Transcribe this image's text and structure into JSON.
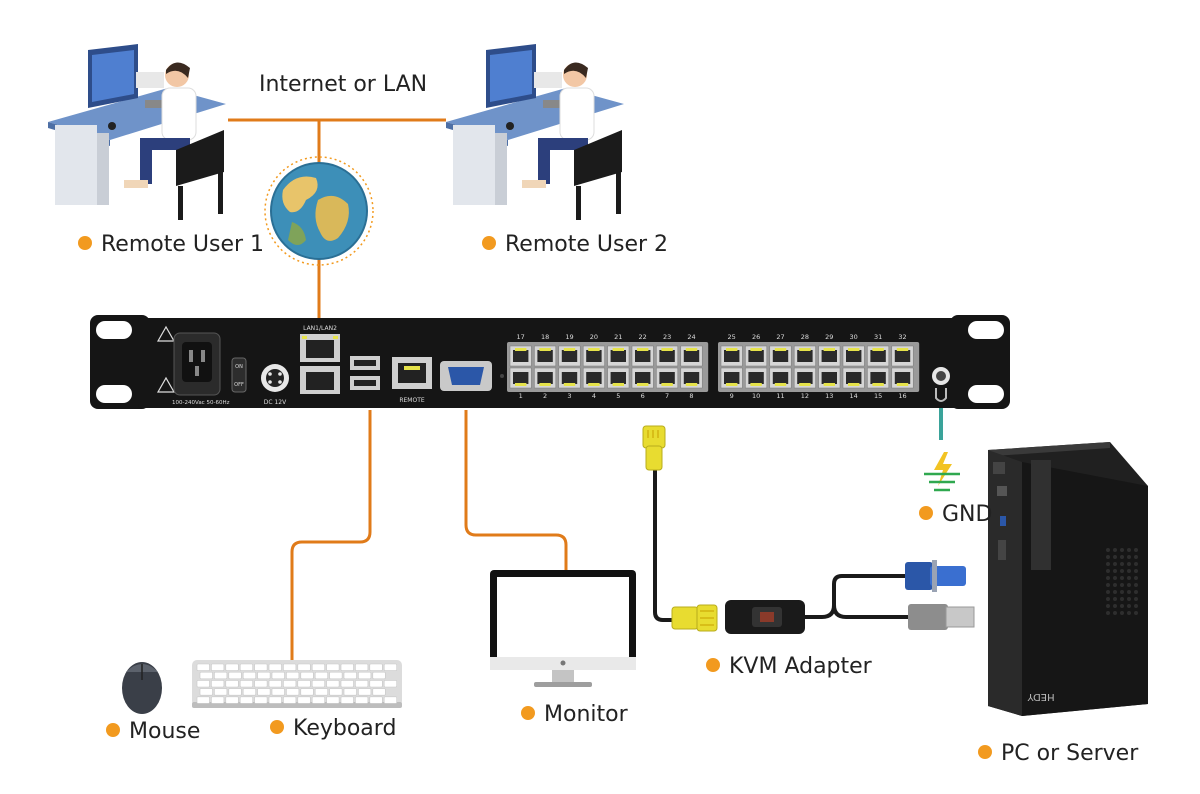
{
  "network_label": "Internet or LAN",
  "nodes": {
    "remote_user_1": "Remote User 1",
    "remote_user_2": "Remote User 2",
    "mouse": "Mouse",
    "keyboard": "Keyboard",
    "monitor": "Monitor",
    "kvm_adapter": "KVM Adapter",
    "pc_server": "PC or Server",
    "gnd": "GND"
  },
  "device_panel": {
    "lan_label": "LAN1/LAN2",
    "dc_label": "DC 12V",
    "remote_label": "REMOTE",
    "power_label": "100-240Vac 50-60Hz",
    "switch_on": "ON",
    "switch_off": "OFF",
    "ports_top": [
      "17",
      "18",
      "19",
      "20",
      "21",
      "22",
      "23",
      "24",
      "25",
      "26",
      "27",
      "28",
      "29",
      "30",
      "31",
      "32"
    ],
    "ports_bottom": [
      "1",
      "2",
      "3",
      "4",
      "5",
      "6",
      "7",
      "8",
      "9",
      "10",
      "11",
      "12",
      "13",
      "14",
      "15",
      "16"
    ]
  },
  "pc_brand": "HEDY",
  "colors": {
    "link_line": "#e07b1a",
    "bullet": "#f29a1f",
    "device_body": "#151515",
    "ground_line": "#3aa39a",
    "port_led": "#e6e34a"
  }
}
